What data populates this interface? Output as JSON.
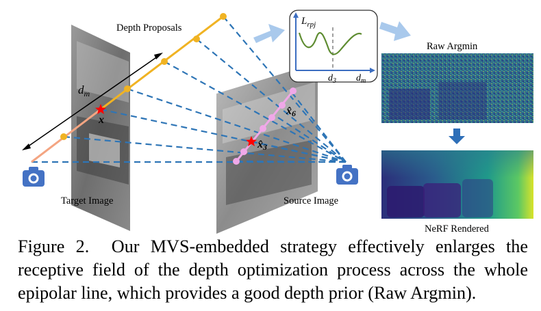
{
  "figure": {
    "labels": {
      "depth_proposals": "Depth Proposals",
      "d_m": "d",
      "d_m_sub": "m",
      "x": "x",
      "x6": "x̂",
      "x6_sub": "6",
      "x3": "x̂",
      "x3_sub": "3",
      "target_image": "Target Image",
      "source_image": "Source Image",
      "raw_argmin": "Raw Argmin",
      "nerf_rendered": "NeRF Rendered"
    },
    "inset_plot": {
      "ylabel": "L",
      "ylabel_sub": "rpj",
      "tick_label": "d",
      "tick_label_sub": "3",
      "xlabel": "d",
      "xlabel_sub": "m"
    },
    "colors": {
      "camera": "#4472c4",
      "proposal_line": "#f0b323",
      "proposal_line_near": "#f4a582",
      "epipolar_points": "#f0a8e8",
      "dashed_rays": "#2e75b6",
      "arrow": "#a9c9ec",
      "down_arrow": "#2e6fb8",
      "curve": "#5e8c31",
      "star": "#ff0000"
    },
    "icons": [
      "camera-icon",
      "camera-icon",
      "star-icon",
      "arrow-icon"
    ]
  },
  "caption": {
    "label": "Figure 2.",
    "text": "Our MVS-embedded strategy effectively enlarges the receptive field of the depth optimization process across the whole epipolar line, which provides a good depth prior (Raw Argmin)."
  }
}
